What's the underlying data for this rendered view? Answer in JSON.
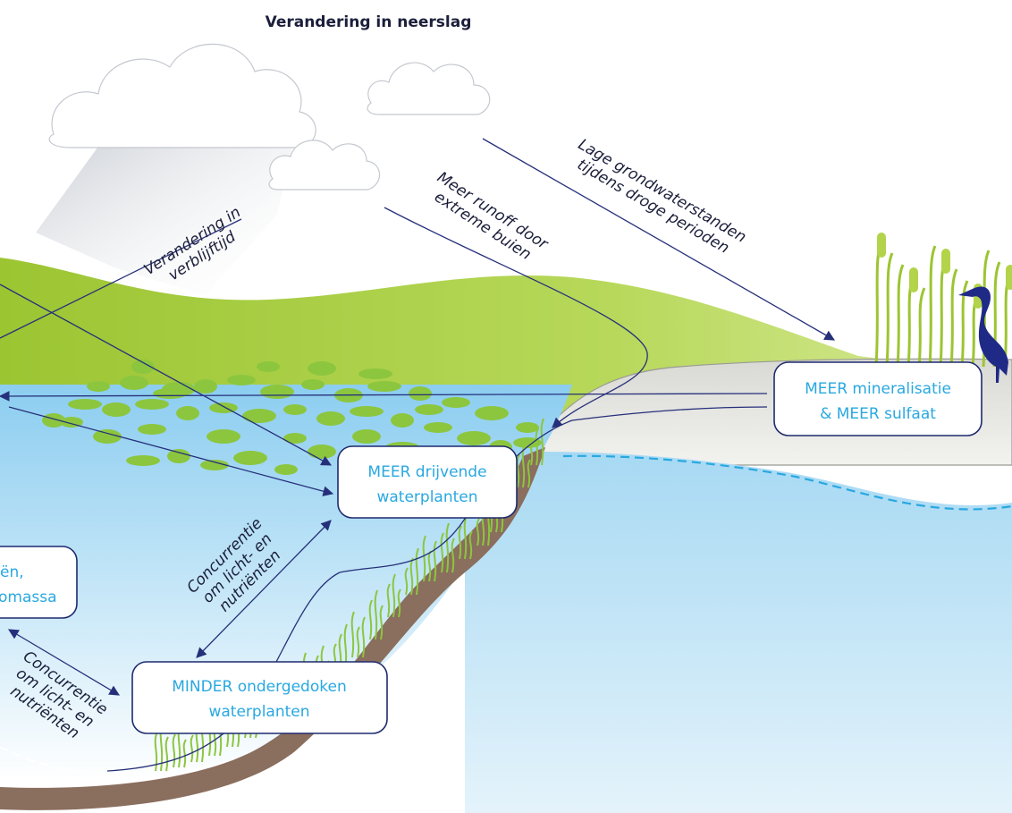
{
  "title": "Verandering in neerslag",
  "annotations": {
    "verblijftijd": [
      "Verandering in",
      "verblijftijd"
    ],
    "runoff": [
      "Meer runoff door",
      "extreme buien"
    ],
    "grondwater": [
      "Lage grondwaterstanden",
      "tijdens droge perioden"
    ],
    "concurrentie_1": [
      "Concurrentie",
      "om licht- en",
      "nutriënten"
    ],
    "concurrentie_2": [
      "Concurrentie",
      "om licht- en",
      "nutriënten"
    ]
  },
  "boxes": {
    "mineralisatie": [
      "MEER mineralisatie",
      "& MEER sulfaat"
    ],
    "drijvende": [
      "MEER drijvende",
      "waterplanten"
    ],
    "ondergedoken": [
      "MINDER ondergedoken",
      "waterplanten"
    ],
    "algen": [
      "ën,",
      "omassa"
    ]
  },
  "colors": {
    "water": "#a6d8f2",
    "hill": "#9cc532",
    "sediment": "#8a6e5e",
    "arrow": "#26307a",
    "box_text": "#29a8e0",
    "heron": "#1f2a86"
  }
}
